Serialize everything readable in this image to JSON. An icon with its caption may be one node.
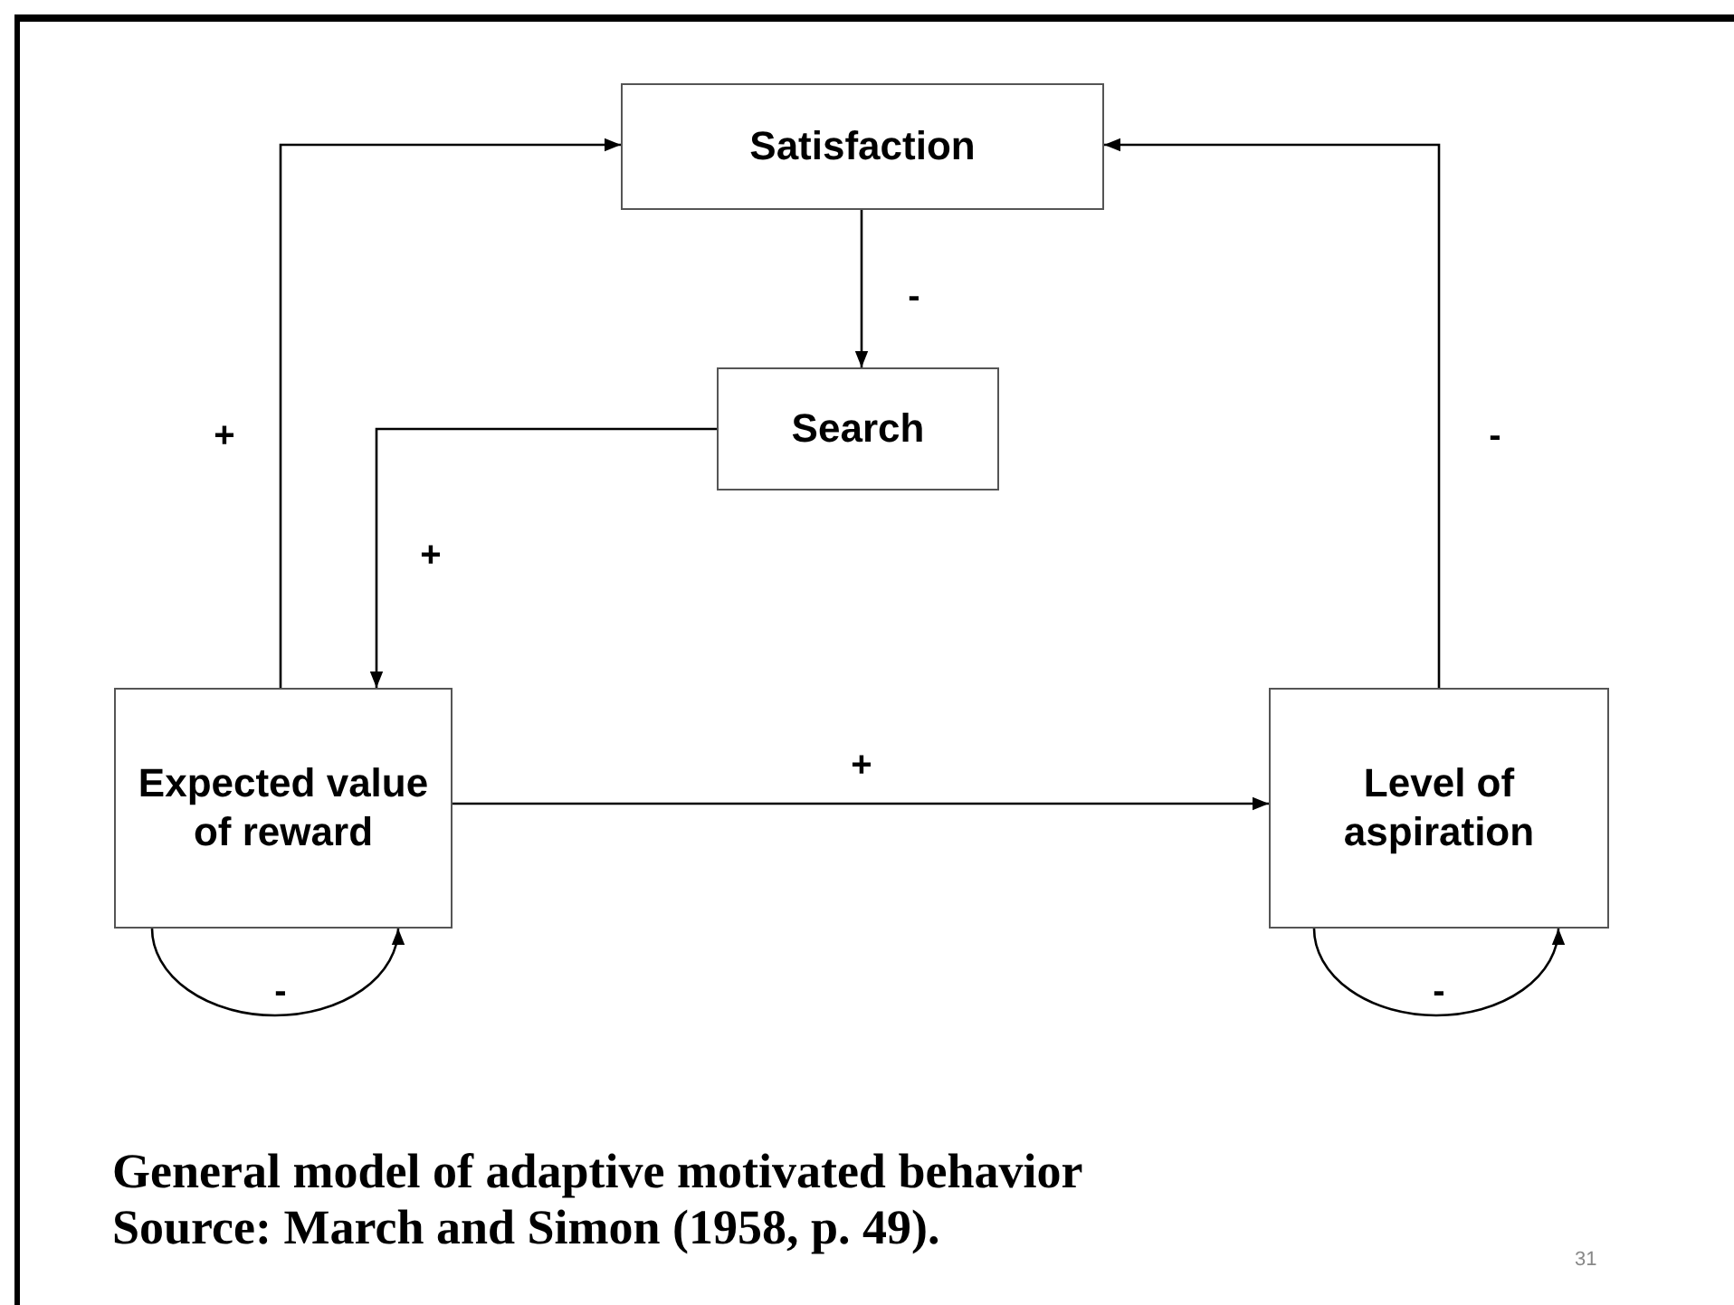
{
  "diagram": {
    "caption": "General model of adaptive motivated behavior",
    "nodes": [
      {
        "text": [
          "Satisfaction"
        ]
      },
      {
        "text": [
          "Search"
        ]
      },
      {
        "text": [
          "Expected value of reward"
        ]
      },
      {
        "text": [
          "Level of aspiration"
        ]
      }
    ],
    "edges": [
      {
        "from": 2,
        "to": 0,
        "arrow": "to",
        "label": "+"
      },
      {
        "from": 0,
        "to": 1,
        "arrow": "to",
        "label": "-"
      },
      {
        "from": 1,
        "to": 2,
        "arrow": "to",
        "label": "+"
      },
      {
        "from": 2,
        "to": 3,
        "arrow": "to",
        "label": "+"
      },
      {
        "from": 3,
        "to": 0,
        "arrow": "to",
        "label": "-"
      },
      {
        "from": 2,
        "to": 2,
        "arrow": "to",
        "label": "-"
      },
      {
        "from": 3,
        "to": 3,
        "arrow": "to",
        "label": "-"
      }
    ],
    "labels": [
      "Source: March and Simon (1958, p. 49).",
      "31"
    ]
  }
}
